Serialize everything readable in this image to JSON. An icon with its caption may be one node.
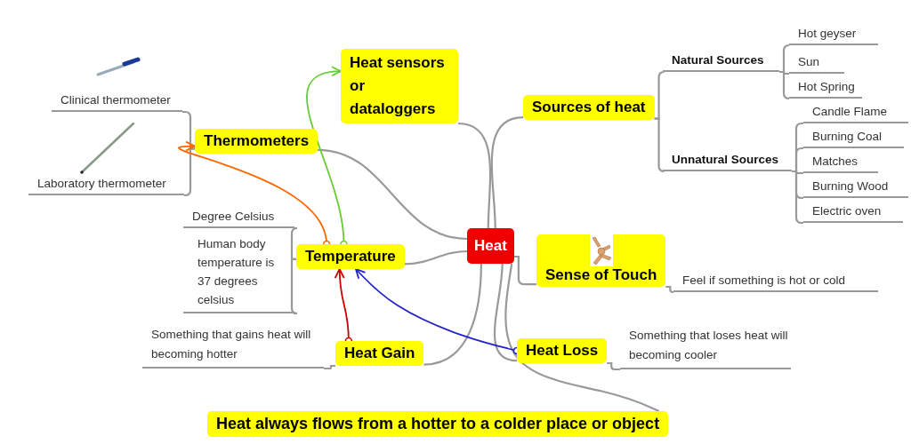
{
  "diagram": {
    "nodes": [
      {
        "text": [
          "Heat"
        ]
      },
      {
        "text": [
          "Heat sensors or dataloggers"
        ]
      },
      {
        "text": [
          "Thermometers"
        ]
      },
      {
        "text": [
          "Clinical thermometer"
        ]
      },
      {
        "text": [
          "Laboratory thermometer"
        ]
      },
      {
        "text": [
          "Sources of heat"
        ]
      },
      {
        "text": [
          "Natural Sources"
        ]
      },
      {
        "text": [
          "Hot geyser"
        ]
      },
      {
        "text": [
          "Sun"
        ]
      },
      {
        "text": [
          "Hot Spring"
        ]
      },
      {
        "text": [
          "Unnatural Sources"
        ]
      },
      {
        "text": [
          "Candle Flame"
        ]
      },
      {
        "text": [
          "Burning Coal"
        ]
      },
      {
        "text": [
          "Matches"
        ]
      },
      {
        "text": [
          "Burning Wood"
        ]
      },
      {
        "text": [
          "Electric oven"
        ]
      },
      {
        "text": [
          "Temperature"
        ]
      },
      {
        "text": [
          "Degree Celsius"
        ]
      },
      {
        "text": [
          "Human body temperature is 37 degrees celsius"
        ]
      },
      {
        "text": [
          "Sense of Touch"
        ]
      },
      {
        "text": [
          "Feel if something is hot or cold"
        ]
      },
      {
        "text": [
          "Heat Gain"
        ]
      },
      {
        "text": [
          "Something that gains heat will becoming hotter"
        ]
      },
      {
        "text": [
          "Heat Loss"
        ]
      },
      {
        "text": [
          "Something that loses heat will becoming cooler"
        ]
      },
      {
        "text": [
          "Heat always flows from a hotter to a colder place or object"
        ]
      }
    ],
    "edges": [
      {
        "from": 0,
        "to": 1,
        "arrow": "none"
      },
      {
        "from": 0,
        "to": 2,
        "arrow": "none"
      },
      {
        "from": 2,
        "to": 3,
        "arrow": "none"
      },
      {
        "from": 2,
        "to": 4,
        "arrow": "none"
      },
      {
        "from": 0,
        "to": 5,
        "arrow": "none"
      },
      {
        "from": 5,
        "to": 6,
        "arrow": "none"
      },
      {
        "from": 6,
        "to": 7,
        "arrow": "none"
      },
      {
        "from": 6,
        "to": 8,
        "arrow": "none"
      },
      {
        "from": 6,
        "to": 9,
        "arrow": "none"
      },
      {
        "from": 5,
        "to": 10,
        "arrow": "none"
      },
      {
        "from": 10,
        "to": 11,
        "arrow": "none"
      },
      {
        "from": 10,
        "to": 12,
        "arrow": "none"
      },
      {
        "from": 10,
        "to": 13,
        "arrow": "none"
      },
      {
        "from": 10,
        "to": 14,
        "arrow": "none"
      },
      {
        "from": 10,
        "to": 15,
        "arrow": "none"
      },
      {
        "from": 0,
        "to": 16,
        "arrow": "none"
      },
      {
        "from": 16,
        "to": 17,
        "arrow": "none"
      },
      {
        "from": 16,
        "to": 18,
        "arrow": "none"
      },
      {
        "from": 0,
        "to": 19,
        "arrow": "none"
      },
      {
        "from": 19,
        "to": 20,
        "arrow": "none"
      },
      {
        "from": 0,
        "to": 21,
        "arrow": "none"
      },
      {
        "from": 21,
        "to": 22,
        "arrow": "none"
      },
      {
        "from": 0,
        "to": 23,
        "arrow": "none"
      },
      {
        "from": 23,
        "to": 24,
        "arrow": "none"
      },
      {
        "from": 0,
        "to": 25,
        "arrow": "none"
      },
      {
        "from": 16,
        "to": 2,
        "arrow": "to",
        "color": "#ff6600"
      },
      {
        "from": 16,
        "to": 1,
        "arrow": "to",
        "color": "#66cc33"
      },
      {
        "from": 21,
        "to": 16,
        "arrow": "to",
        "color": "#cc0000"
      },
      {
        "from": 23,
        "to": 16,
        "arrow": "to",
        "color": "#2222cc"
      }
    ]
  }
}
